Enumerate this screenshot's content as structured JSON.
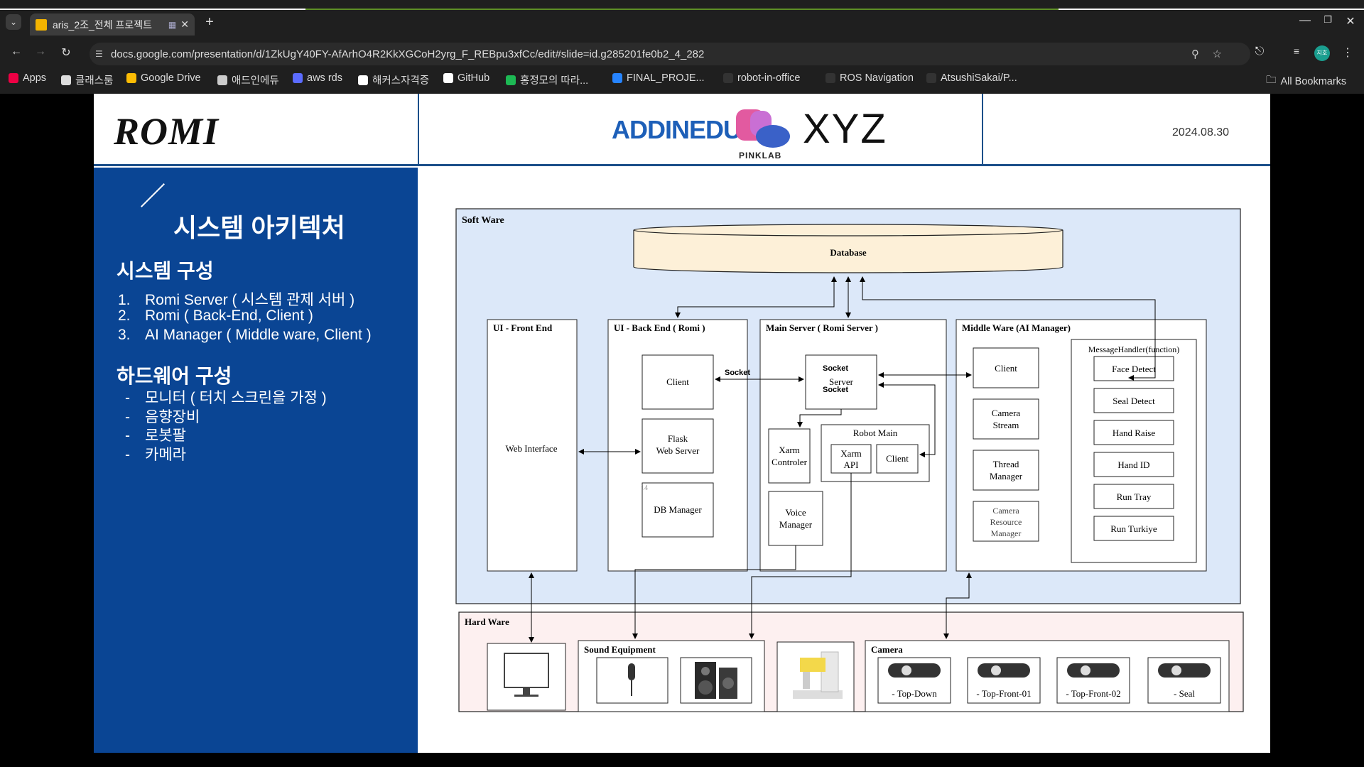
{
  "browser": {
    "tab_title": "aris_2조_전체 프로젝트",
    "new_tab": "+",
    "url": "docs.google.com/presentation/d/1ZkUgY40FY-AfArhO4R2KkXGCoH2yrg_F_REBpu3xfCc/edit#slide=id.g285201fe0b2_4_282",
    "bookmarks": [
      {
        "label": "Apps",
        "color": "#e04"
      },
      {
        "label": "클래스룸",
        "color": "#ddd"
      },
      {
        "label": "Google Drive",
        "color": "#fbbc04"
      },
      {
        "label": "애드인에듀",
        "color": "#ccc"
      },
      {
        "label": "aws rds",
        "color": "#5b6bff"
      },
      {
        "label": "해커스자격증",
        "color": "#fff"
      },
      {
        "label": "GitHub",
        "color": "#fff"
      },
      {
        "label": "홍정모의 따라...",
        "color": "#1db954"
      },
      {
        "label": "FINAL_PROJE...",
        "color": "#2684ff"
      },
      {
        "label": "robot-in-office",
        "color": "#333"
      },
      {
        "label": "ROS Navigation",
        "color": "#333"
      },
      {
        "label": "AtsushiSakai/P...",
        "color": "#333"
      }
    ],
    "all_bookmarks": "All Bookmarks",
    "profile_initials": "지호"
  },
  "slide": {
    "logo": "ROMI",
    "addinedu": "ADDINEDU",
    "pinklab": "PINKLAB",
    "xyz": "XYZ",
    "date": "2024.08.30",
    "title": "시스템 아키텍처",
    "section1_title": "시스템 구성",
    "section1_items": [
      {
        "num": "1.",
        "text": "Romi Server ( 시스템 관제 서버 )"
      },
      {
        "num": "2.",
        "text": "Romi ( Back-End, Client )"
      },
      {
        "num": "3.",
        "text": "AI Manager ( Middle ware, Client )"
      }
    ],
    "section2_title": "하드웨어 구성",
    "section2_items": [
      {
        "dash": "-",
        "text": "모니터 ( 터치 스크린을 가정 )"
      },
      {
        "dash": "-",
        "text": "음향장비"
      },
      {
        "dash": "-",
        "text": "로봇팔"
      },
      {
        "dash": "-",
        "text": "카메라"
      }
    ]
  },
  "diagram": {
    "software_label": "Soft Ware",
    "database": "Database",
    "ui_front_title": "UI - Front End",
    "web_interface": "Web Interface",
    "ui_back_title": "UI - Back End ( Romi )",
    "back_client": "Client",
    "flask_line1": "Flask",
    "flask_line2": "Web Server",
    "db_manager": "DB Manager",
    "stray_number": "14",
    "main_title": "Main Server ( Romi Server )",
    "server": "Server",
    "xarm_ctrl_line1": "Xarm",
    "xarm_ctrl_line2": "Controler",
    "robot_main": "Robot Main",
    "xarm_api_line1": "Xarm",
    "xarm_api_line2": "API",
    "robot_client": "Client",
    "voice_line1": "Voice",
    "voice_line2": "Manager",
    "socket": "Socket",
    "middle_title": "Middle Ware (AI Manager)",
    "mw_client": "Client",
    "cam_stream_line1": "Camera",
    "cam_stream_line2": "Stream",
    "thread_line1": "Thread",
    "thread_line2": "Manager",
    "cam_res_line1": "Camera",
    "cam_res_line2": "Resource",
    "cam_res_line3": "Manager",
    "msg_handler": "MessageHandler(function)",
    "functions": [
      "Face Detect",
      "Seal Detect",
      "Hand Raise",
      "Hand ID",
      "Run Tray",
      "Run Turkiye"
    ],
    "hardware_label": "Hard Ware",
    "sound_label": "Sound Equipment",
    "camera_label": "Camera",
    "cameras": [
      "- Top-Down",
      "- Top-Front-01",
      "- Top-Front-02",
      "- Seal"
    ]
  }
}
